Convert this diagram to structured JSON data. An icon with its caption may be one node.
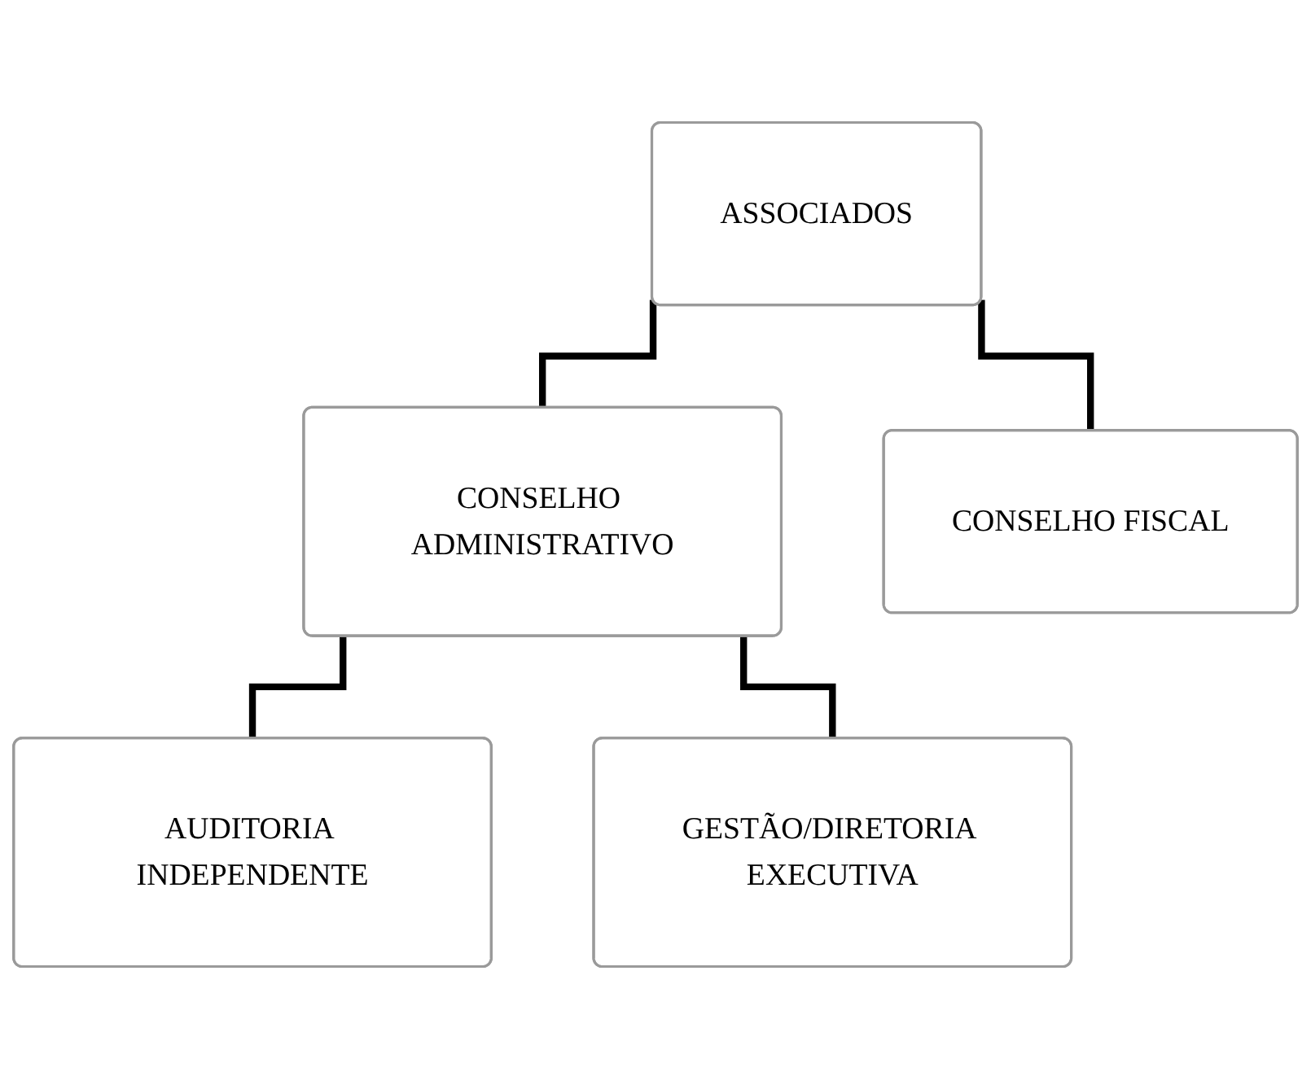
{
  "diagram": {
    "nodes": [
      {
        "text": [
          "ASSOCIADOS"
        ]
      },
      {
        "text": [
          "CONSELHO ADMINISTRATIVO"
        ]
      },
      {
        "text": [
          "CONSELHO FISCAL"
        ]
      },
      {
        "text": [
          "AUDITORIA INDEPENDENTE"
        ]
      },
      {
        "text": [
          "GESTÃO/DIRETORIA EXECUTIVA"
        ]
      }
    ],
    "edges": [
      {
        "from": 0,
        "to": 1,
        "arrow": "none"
      },
      {
        "from": 0,
        "to": 2,
        "arrow": "none"
      },
      {
        "from": 1,
        "to": 3,
        "arrow": "none"
      },
      {
        "from": 1,
        "to": 4,
        "arrow": "none"
      }
    ]
  }
}
